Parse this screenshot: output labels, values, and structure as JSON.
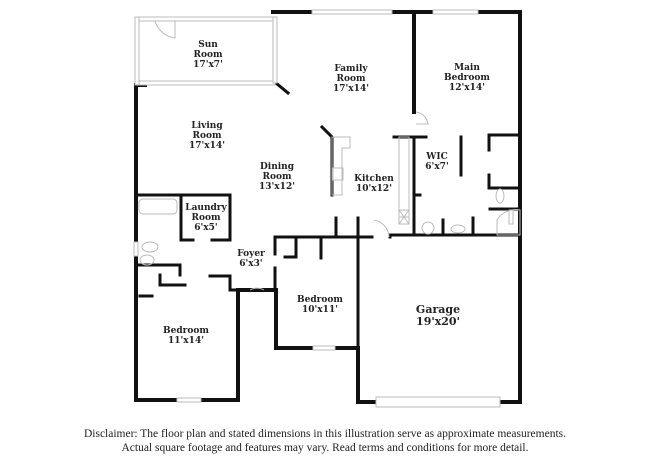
{
  "rooms": [
    {
      "id": "sun-room",
      "name": "Sun Room",
      "line1": "Sun",
      "line2": "Room",
      "dim": "17'x7'"
    },
    {
      "id": "family-room",
      "name": "Family Room",
      "line1": "Family",
      "line2": "Room",
      "dim": "17'x14'"
    },
    {
      "id": "main-bedroom",
      "name": "Main Bedroom",
      "line1": "Main",
      "line2": "Bedroom",
      "dim": "12'x14'"
    },
    {
      "id": "living-room",
      "name": "Living Room",
      "line1": "Living",
      "line2": "Room",
      "dim": "17'x14'"
    },
    {
      "id": "dining-room",
      "name": "Dining Room",
      "line1": "Dining",
      "line2": "Room",
      "dim": "13'x12'"
    },
    {
      "id": "kitchen",
      "name": "Kitchen",
      "line1": "Kitchen",
      "dim": "10'x12'"
    },
    {
      "id": "wic",
      "name": "WIC",
      "line1": "WIC",
      "dim": "6'x7'"
    },
    {
      "id": "laundry-room",
      "name": "Laundry Room",
      "line1": "Laundry",
      "line2": "Room",
      "dim": "6'x5'"
    },
    {
      "id": "foyer",
      "name": "Foyer",
      "line1": "Foyer",
      "dim": "6'x3'"
    },
    {
      "id": "bedroom-2",
      "name": "Bedroom",
      "line1": "Bedroom",
      "dim": "10'x11'"
    },
    {
      "id": "bedroom-3",
      "name": "Bedroom",
      "line1": "Bedroom",
      "dim": "11'x14'"
    },
    {
      "id": "garage",
      "name": "Garage",
      "line1": "Garage",
      "dim": "19'x20'"
    }
  ],
  "disclaimer": {
    "line1": "Disclaimer: The floor plan and stated dimensions in this illustration serve as approximate measurements.",
    "line2": "Actual square footage and features may vary. Read terms and conditions for more detail."
  },
  "colors": {
    "wall": "#111111",
    "window": "#d9d9d9",
    "fixture": "#bbbbbb"
  }
}
